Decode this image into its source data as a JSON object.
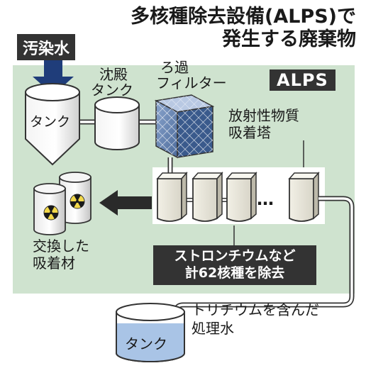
{
  "title": {
    "line1": "多核種除去設備(ALPS)で",
    "line2": "発生する廃棄物"
  },
  "labels": {
    "contaminated_water": "汚染水",
    "alps": "ALPS",
    "settling_tank_l1": "沈殿",
    "settling_tank_l2": "タンク",
    "filter_l1": "ろ過",
    "filter_l2": "フィルター",
    "tank_top": "タンク",
    "adsorption_tower_l1": "放射性物質",
    "adsorption_tower_l2": "吸着塔",
    "used_adsorbent_l1": "交換した",
    "used_adsorbent_l2": "吸着材",
    "removal_l1": "ストロンチウムなど",
    "removal_l2": "計62核種を除去",
    "treated_water_l1": "トリチウムを含んだ",
    "treated_water_l2": "処理水",
    "tank_bottom": "タンク",
    "ellipsis": "…"
  },
  "colors": {
    "panel_green": "#cfe3cf",
    "navy_arrow": "#1f3d7a",
    "dark_badge": "#333333",
    "pipe_green": "#8fbf8f",
    "tank_water_blue": "#a9c4e6"
  }
}
